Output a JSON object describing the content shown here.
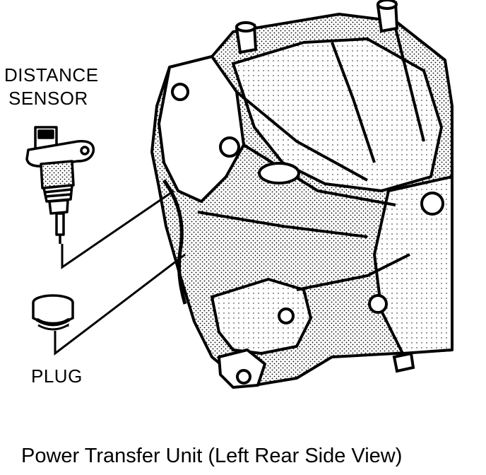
{
  "labels": {
    "sensor_line1": "DISTANCE",
    "sensor_line2": "SENSOR",
    "plug": "PLUG"
  },
  "caption": "Power Transfer Unit (Left Rear Side View)"
}
